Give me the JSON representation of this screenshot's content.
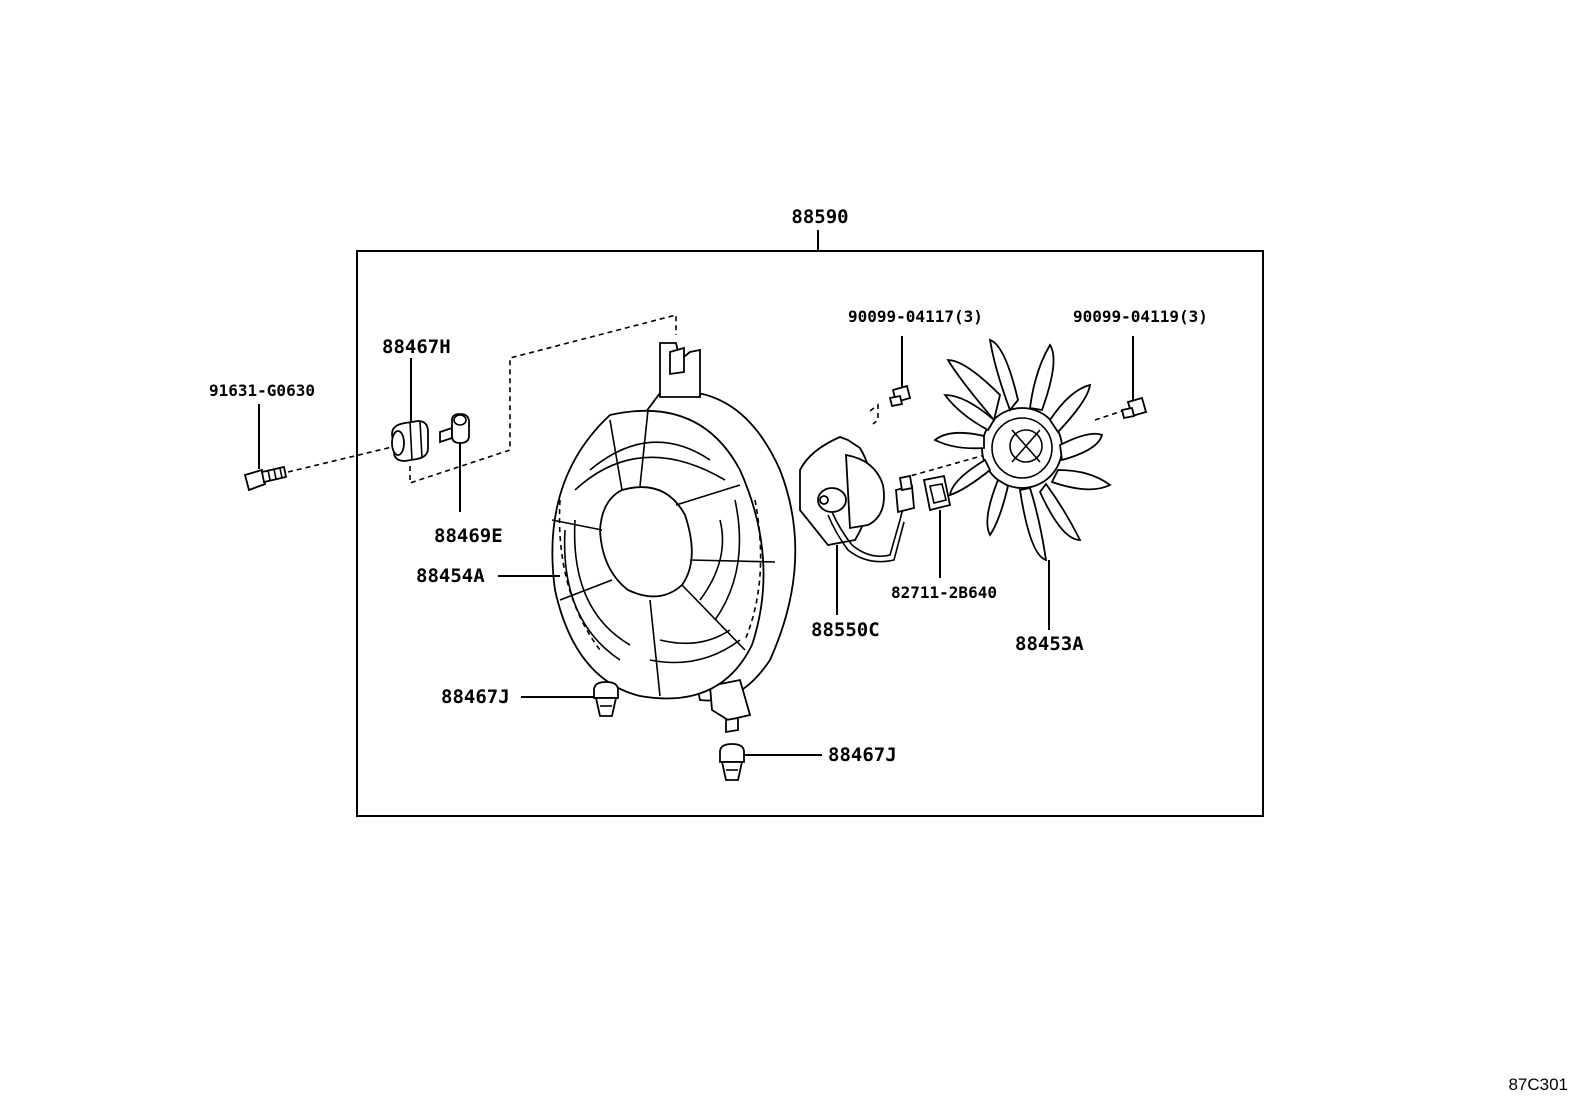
{
  "parts": {
    "assembly": "88590",
    "bolt_left": "91631-G0630",
    "cushion": "88467H",
    "collar": "88469E",
    "shroud": "88454A",
    "clip_left": "88467J",
    "clip_bottom": "88467J",
    "screw_motor": "90099-04117(3)",
    "screw_fan": "90099-04119(3)",
    "motor": "88550C",
    "connector": "82711-2B640",
    "fan": "88453A"
  },
  "diagram_code": "87C301"
}
